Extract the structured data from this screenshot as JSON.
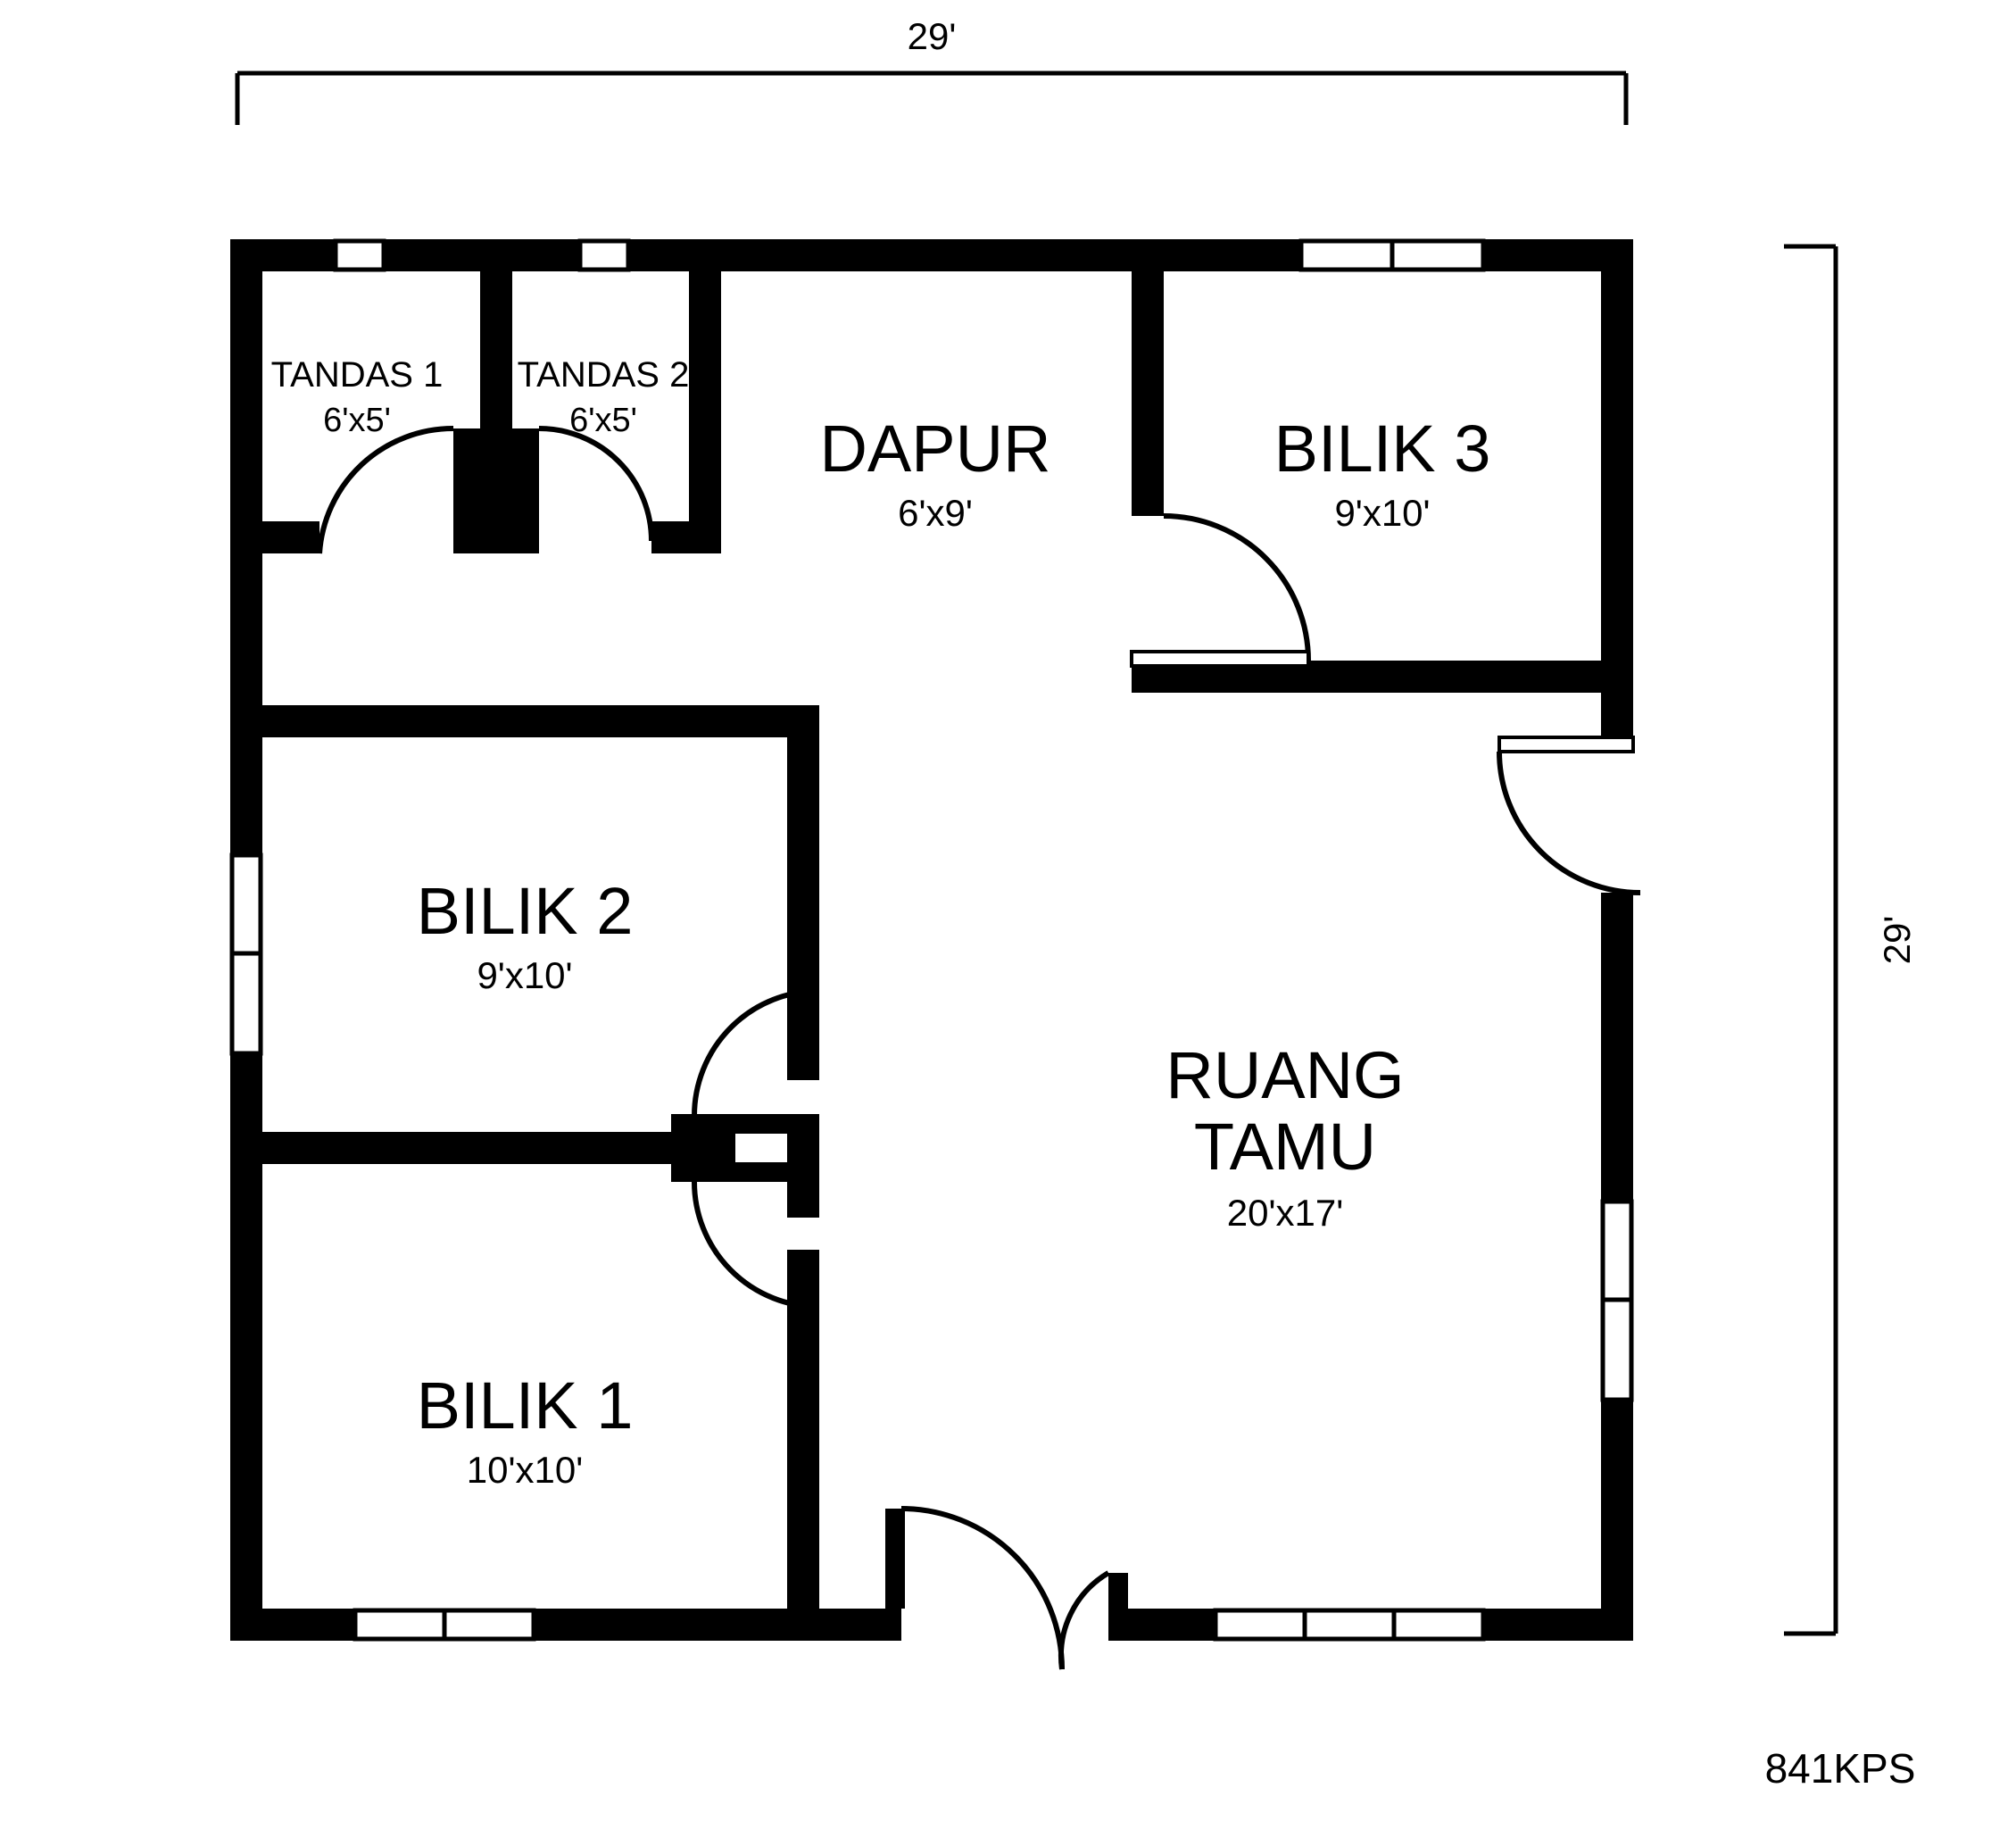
{
  "drawing": {
    "type": "architectural-floor-plan",
    "title_stamp": "841KPS",
    "units": "feet",
    "overall": {
      "width_label": "29'",
      "height_label": "29'"
    }
  },
  "dimensions": {
    "top": "29'",
    "right": "29'"
  },
  "rooms": [
    {
      "id": "tandas-1",
      "name": "TANDAS 1",
      "size": "6'x5'",
      "name_size": "small"
    },
    {
      "id": "tandas-2",
      "name": "TANDAS 2",
      "size": "6'x5'",
      "name_size": "small"
    },
    {
      "id": "dapur",
      "name": "DAPUR",
      "size": "6'x9'",
      "name_size": "large"
    },
    {
      "id": "bilik-3",
      "name": "BILIK 3",
      "size": "9'x10'",
      "name_size": "large"
    },
    {
      "id": "bilik-2",
      "name": "BILIK 2",
      "size": "9'x10'",
      "name_size": "large"
    },
    {
      "id": "bilik-1",
      "name": "BILIK 1",
      "size": "10'x10'",
      "name_size": "large"
    },
    {
      "id": "ruang-tamu",
      "name_line1": "RUANG",
      "name_line2": "TAMU",
      "name": "RUANG TAMU",
      "size": "20'x17'",
      "name_size": "large"
    }
  ],
  "colors": {
    "wall": "#000000",
    "background": "#ffffff",
    "line": "#000000"
  },
  "openings": {
    "doors": [
      {
        "id": "door-tandas-1",
        "room": "TANDAS 1",
        "type": "single-swing"
      },
      {
        "id": "door-tandas-2",
        "room": "TANDAS 2",
        "type": "single-swing"
      },
      {
        "id": "door-bilik-3",
        "room": "BILIK 3",
        "type": "single-swing"
      },
      {
        "id": "door-bilik-2",
        "room": "BILIK 2",
        "type": "single-swing"
      },
      {
        "id": "door-bilik-1",
        "room": "BILIK 1",
        "type": "single-swing"
      },
      {
        "id": "door-side-entry",
        "room": "RUANG TAMU",
        "type": "single-swing"
      },
      {
        "id": "door-main-entry",
        "room": "RUANG TAMU",
        "type": "double-swing"
      }
    ],
    "windows": [
      {
        "id": "window-tandas-1",
        "wall": "top",
        "panes": 1
      },
      {
        "id": "window-tandas-2",
        "wall": "top",
        "panes": 1
      },
      {
        "id": "window-bilik-3",
        "wall": "top",
        "panes": 2
      },
      {
        "id": "window-bilik-2",
        "wall": "left",
        "panes": 2
      },
      {
        "id": "window-ruang-tamu-right",
        "wall": "right",
        "panes": 2
      },
      {
        "id": "window-bilik-1",
        "wall": "bottom",
        "panes": 2
      },
      {
        "id": "window-ruang-tamu-bottom",
        "wall": "bottom",
        "panes": 3
      }
    ]
  }
}
